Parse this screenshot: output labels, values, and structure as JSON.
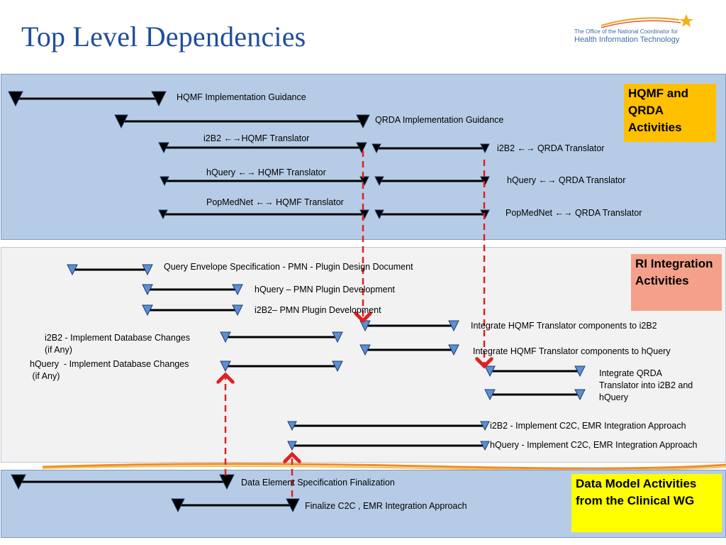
{
  "title": "Top Level Dependencies",
  "logo": {
    "line1": "The Office of the National Coordinator for",
    "line2": "Health Information Technology",
    "icon": "star-swoosh-icon"
  },
  "boxes": {
    "hqmf_qrda": "HQMF and QRDA Activities",
    "ri": "RI Integration Activities",
    "data_model": "Data Model Activities from the Clinical WG"
  },
  "tasks": {
    "hqmf_guidance": "HQMF Implementation Guidance",
    "qrda_guidance": "QRDA Implementation Guidance",
    "i2b2_hqmf": "i2B2 ←→HQMF Translator",
    "i2b2_qrda": "i2B2 ←→ QRDA Translator",
    "hquery_hqmf": "hQuery ←→ HQMF Translator",
    "hquery_qrda": "hQuery ←→ QRDA Translator",
    "popmednet_hqmf": "PopMedNet ←→ HQMF Translator",
    "popmednet_qrda": "PopMedNet ←→ QRDA Translator",
    "query_envelope": "Query Envelope Specification  - PMN - Plugin Design Document",
    "hquery_pmn": "hQuery – PMN Plugin Development",
    "i2b2_pmn": "i2B2– PMN Plugin Development",
    "integrate_hqmf_i2b2": "Integrate HQMF Translator components to i2B2",
    "integrate_hqmf_hquery": "Integrate HQMF Translator components to hQuery",
    "i2b2_db_changes": "i2B2 - Implement Database Changes\n(if Any)",
    "hquery_db_changes": "hQuery  - Implement Database Changes\n (if Any)",
    "integrate_qrda": "Integrate QRDA\nTranslator into i2B2 and\nhQuery",
    "i2b2_c2c": "i2B2 - Implement C2C, EMR Integration Approach",
    "hquery_c2c": "hQuery - Implement C2C, EMR Integration Approach",
    "data_element_spec": "Data Element Specification Finalization",
    "finalize_c2c": "Finalize C2C , EMR Integration Approach"
  }
}
